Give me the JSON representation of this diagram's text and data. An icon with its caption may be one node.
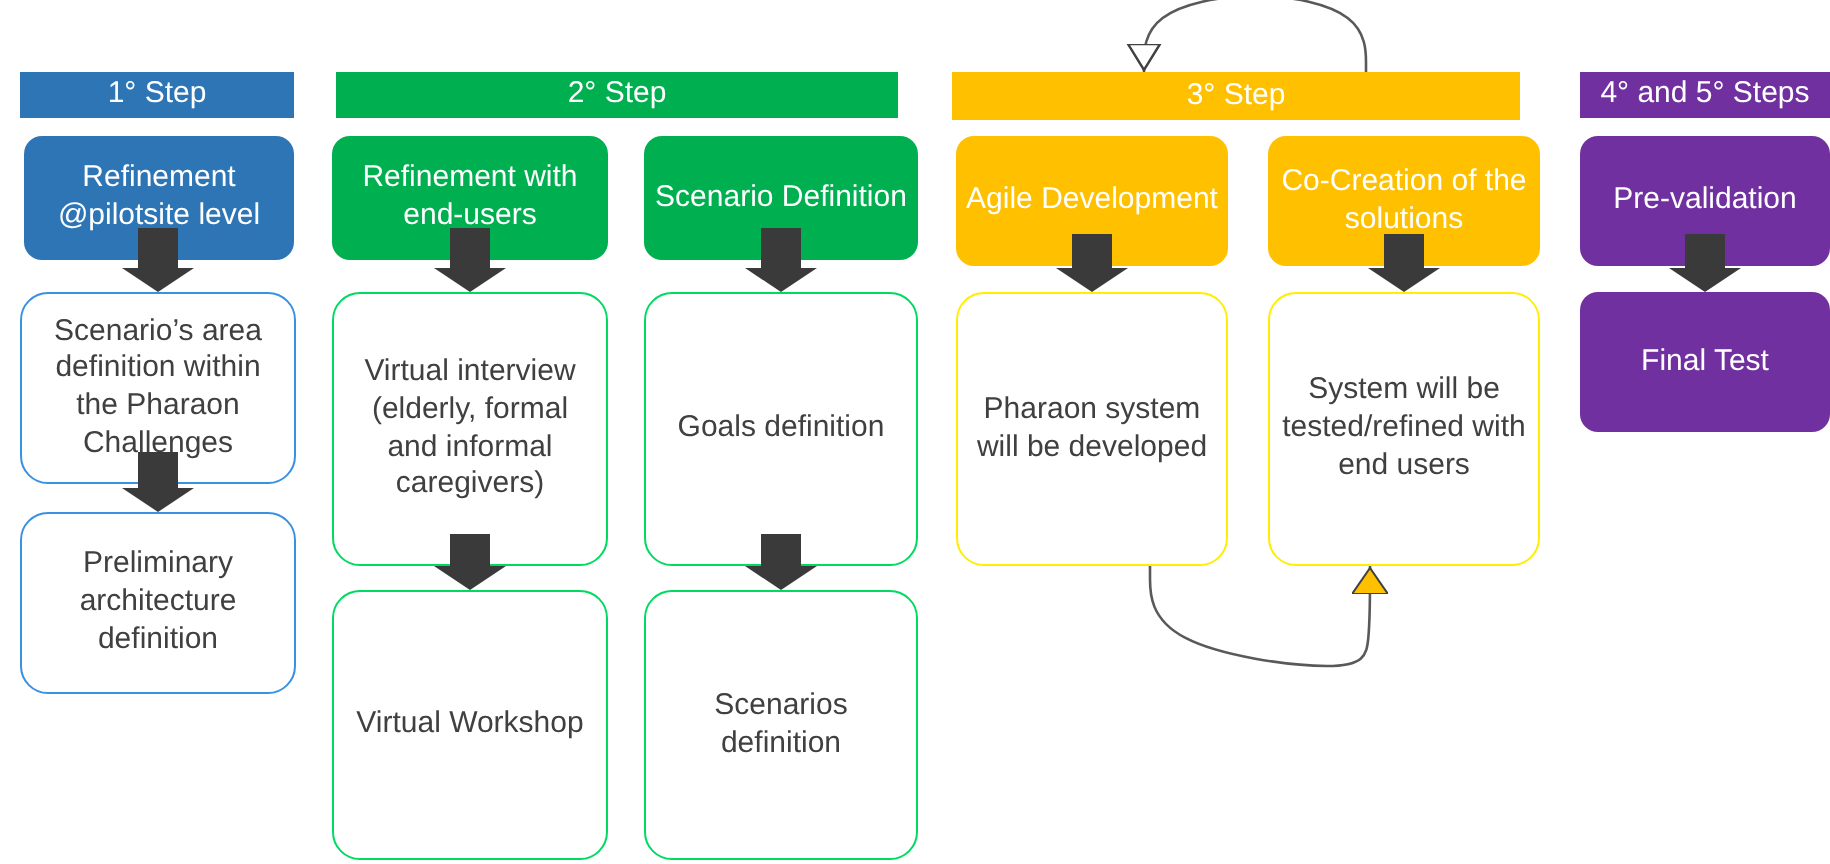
{
  "diagram": {
    "nodes": [
      {
        "text": [
          "1° Step"
        ]
      },
      {
        "text": [
          "Refinement @pilotsite level"
        ]
      },
      {
        "text": [
          "Scenario’s area definition within the Pharaon Challenges"
        ]
      },
      {
        "text": [
          "Preliminary architecture definition"
        ]
      },
      {
        "text": [
          "2° Step"
        ]
      },
      {
        "text": [
          "Refinement with end-users"
        ]
      },
      {
        "text": [
          "Scenario Definition"
        ]
      },
      {
        "text": [
          "Virtual interview (elderly, formal and informal caregivers)"
        ]
      },
      {
        "text": [
          "Goals definition"
        ]
      },
      {
        "text": [
          "Virtual Workshop"
        ]
      },
      {
        "text": [
          "Scenarios definition"
        ]
      },
      {
        "text": [
          "3° Step"
        ]
      },
      {
        "text": [
          "Agile Development"
        ]
      },
      {
        "text": [
          "Co-Creation of the solutions"
        ]
      },
      {
        "text": [
          "Pharaon system will be developed"
        ]
      },
      {
        "text": [
          "System will be tested/refined with end users"
        ]
      },
      {
        "text": [
          "4° and 5° Steps"
        ]
      },
      {
        "text": [
          "Pre-validation"
        ]
      },
      {
        "text": [
          "Final Test"
        ]
      }
    ],
    "edges": [
      {
        "from": 1,
        "to": 2,
        "arrow": "to"
      },
      {
        "from": 2,
        "to": 3,
        "arrow": "to"
      },
      {
        "from": 5,
        "to": 7,
        "arrow": "to"
      },
      {
        "from": 7,
        "to": 9,
        "arrow": "to"
      },
      {
        "from": 6,
        "to": 8,
        "arrow": "to"
      },
      {
        "from": 8,
        "to": 10,
        "arrow": "to"
      },
      {
        "from": 12,
        "to": 14,
        "arrow": "to"
      },
      {
        "from": 13,
        "to": 15,
        "arrow": "to"
      },
      {
        "from": 17,
        "to": 18,
        "arrow": "to"
      },
      {
        "from": 11,
        "to": 11,
        "arrow": "to",
        "color": "#595959"
      },
      {
        "from": 14,
        "to": 15,
        "arrow": "to",
        "color": "#595959"
      }
    ]
  }
}
